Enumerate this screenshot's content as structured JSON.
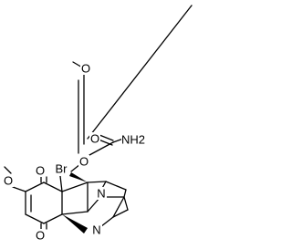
{
  "molecule": {
    "atoms": {
      "methoxy_o_top": "O",
      "carbamate_o_carbonyl": "O",
      "carbamate_nh2": "NH2",
      "carbamate_o_ester": "O",
      "methoxy_o_left": "O",
      "bromine": "Br",
      "ketone_o_upper": "O",
      "ketone_o_lower": "O",
      "ring_n": "N",
      "aziridine_n": "N"
    }
  }
}
